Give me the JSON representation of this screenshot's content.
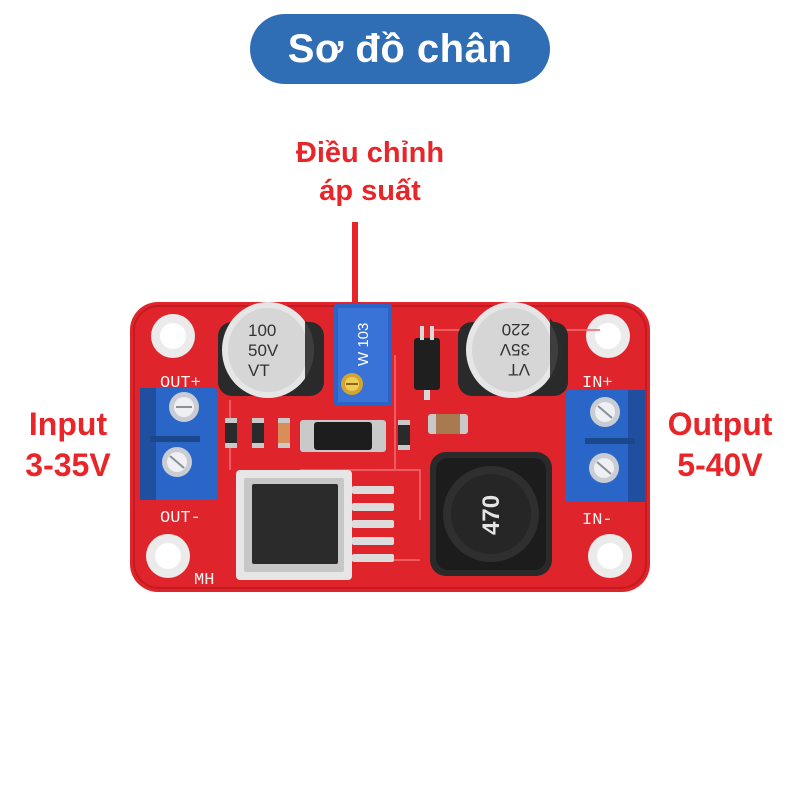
{
  "title": "Sơ đồ chân",
  "adjust_label": {
    "line1": "Điều chỉnh",
    "line2": "áp suất"
  },
  "input_label": {
    "line1": "Input",
    "line2": "3-35V"
  },
  "output_label": {
    "line1": "Output",
    "line2": "5-40V"
  },
  "board": {
    "silk_out_plus": "OUT+",
    "silk_out_minus": "OUT-",
    "silk_in_plus": "IN+",
    "silk_in_minus": "IN-",
    "silk_mh": "MH",
    "cap_left": {
      "line1": "100",
      "line2": "50V",
      "line3": "VT"
    },
    "cap_right": {
      "line1": "VT",
      "line2": "35V",
      "line3": "220"
    },
    "pot_text": "W 103",
    "inductor_text": "470"
  },
  "colors": {
    "title_bg": "#2f6db5",
    "accent_red": "#e8262a",
    "pcb_red": "#e0242b",
    "terminal_blue": "#2a66c8"
  }
}
